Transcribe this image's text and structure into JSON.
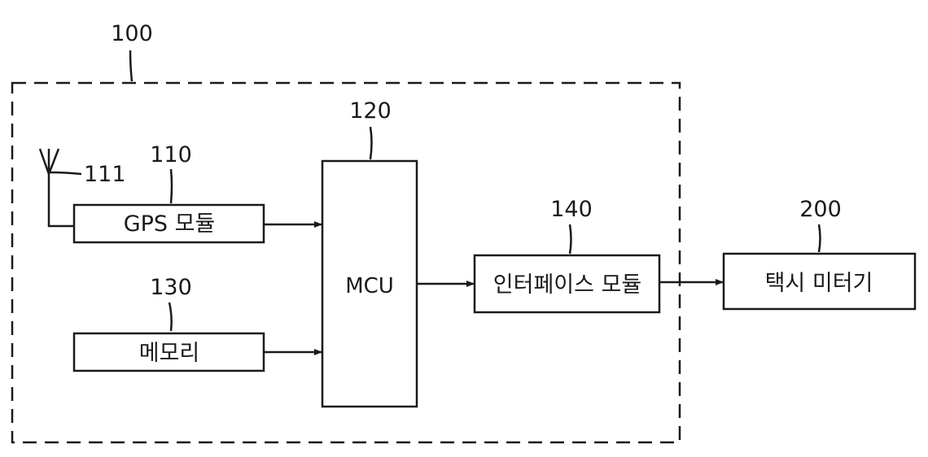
{
  "system": {
    "ref": "100"
  },
  "antenna": {
    "ref": "111",
    "icon": "antenna-icon"
  },
  "gps_module": {
    "ref": "110",
    "label": "GPS 모듈"
  },
  "mcu": {
    "ref": "120",
    "label": "MCU"
  },
  "memory": {
    "ref": "130",
    "label": "메모리"
  },
  "interface_module": {
    "ref": "140",
    "label": "인터페이스 모듈"
  },
  "taxi_meter": {
    "ref": "200",
    "label": "택시 미터기"
  }
}
